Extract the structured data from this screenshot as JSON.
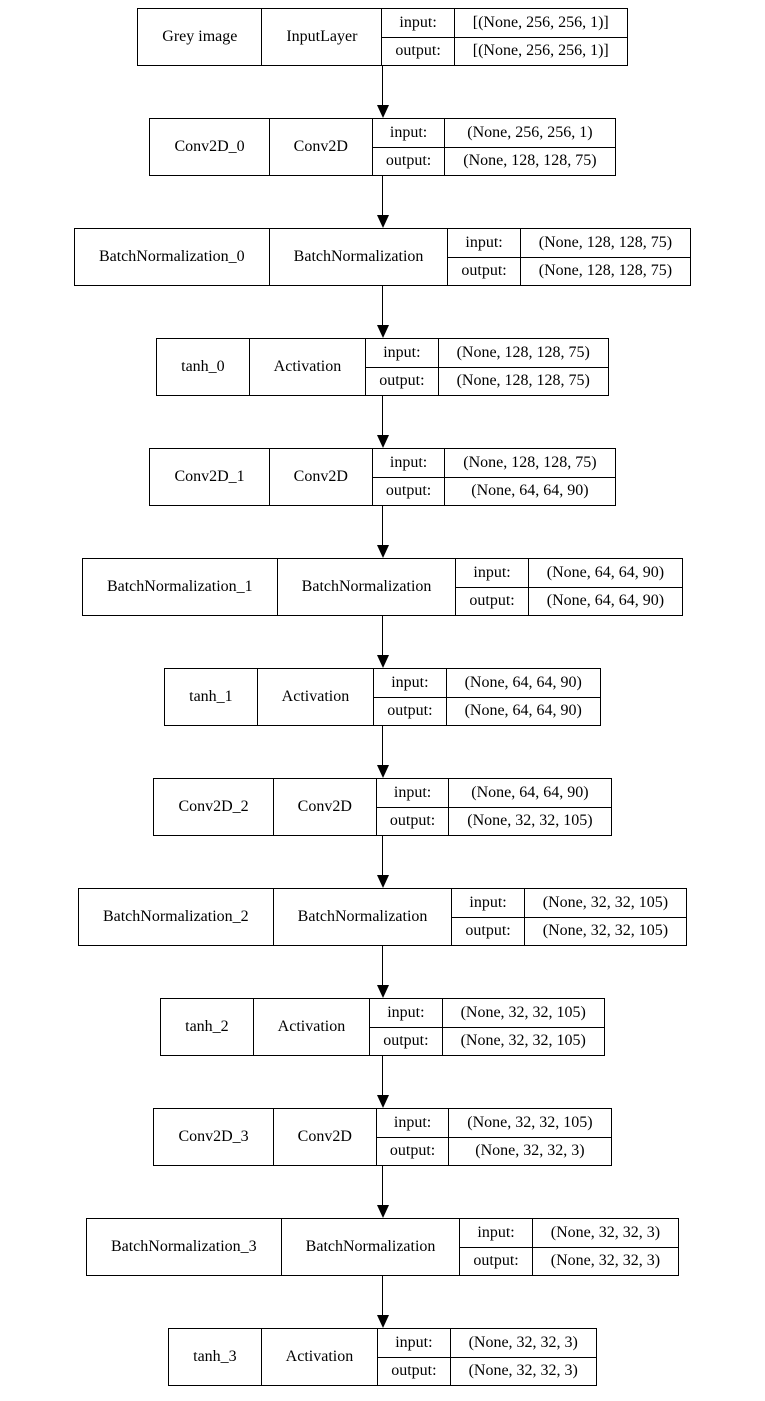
{
  "diagram": {
    "kind": "keras-model-architecture-plot",
    "colors": {
      "background": "#ffffff",
      "border": "#000000",
      "text": "#000000",
      "edge": "#000000"
    },
    "io_labels": {
      "input": "input:",
      "output": "output:"
    },
    "layers": [
      {
        "name": "Grey image",
        "type": "InputLayer",
        "input": "[(None, 256, 256, 1)]",
        "output": "[(None, 256, 256, 1)]"
      },
      {
        "name": "Conv2D_0",
        "type": "Conv2D",
        "input": "(None, 256, 256, 1)",
        "output": "(None, 128, 128, 75)"
      },
      {
        "name": "BatchNormalization_0",
        "type": "BatchNormalization",
        "input": "(None, 128, 128, 75)",
        "output": "(None, 128, 128, 75)"
      },
      {
        "name": "tanh_0",
        "type": "Activation",
        "input": "(None, 128, 128, 75)",
        "output": "(None, 128, 128, 75)"
      },
      {
        "name": "Conv2D_1",
        "type": "Conv2D",
        "input": "(None, 128, 128, 75)",
        "output": "(None, 64, 64, 90)"
      },
      {
        "name": "BatchNormalization_1",
        "type": "BatchNormalization",
        "input": "(None, 64, 64, 90)",
        "output": "(None, 64, 64, 90)"
      },
      {
        "name": "tanh_1",
        "type": "Activation",
        "input": "(None, 64, 64, 90)",
        "output": "(None, 64, 64, 90)"
      },
      {
        "name": "Conv2D_2",
        "type": "Conv2D",
        "input": "(None, 64, 64, 90)",
        "output": "(None, 32, 32, 105)"
      },
      {
        "name": "BatchNormalization_2",
        "type": "BatchNormalization",
        "input": "(None, 32, 32, 105)",
        "output": "(None, 32, 32, 105)"
      },
      {
        "name": "tanh_2",
        "type": "Activation",
        "input": "(None, 32, 32, 105)",
        "output": "(None, 32, 32, 105)"
      },
      {
        "name": "Conv2D_3",
        "type": "Conv2D",
        "input": "(None, 32, 32, 105)",
        "output": "(None, 32, 32, 3)"
      },
      {
        "name": "BatchNormalization_3",
        "type": "BatchNormalization",
        "input": "(None, 32, 32, 3)",
        "output": "(None, 32, 32, 3)"
      },
      {
        "name": "tanh_3",
        "type": "Activation",
        "input": "(None, 32, 32, 3)",
        "output": "(None, 32, 32, 3)"
      }
    ]
  }
}
